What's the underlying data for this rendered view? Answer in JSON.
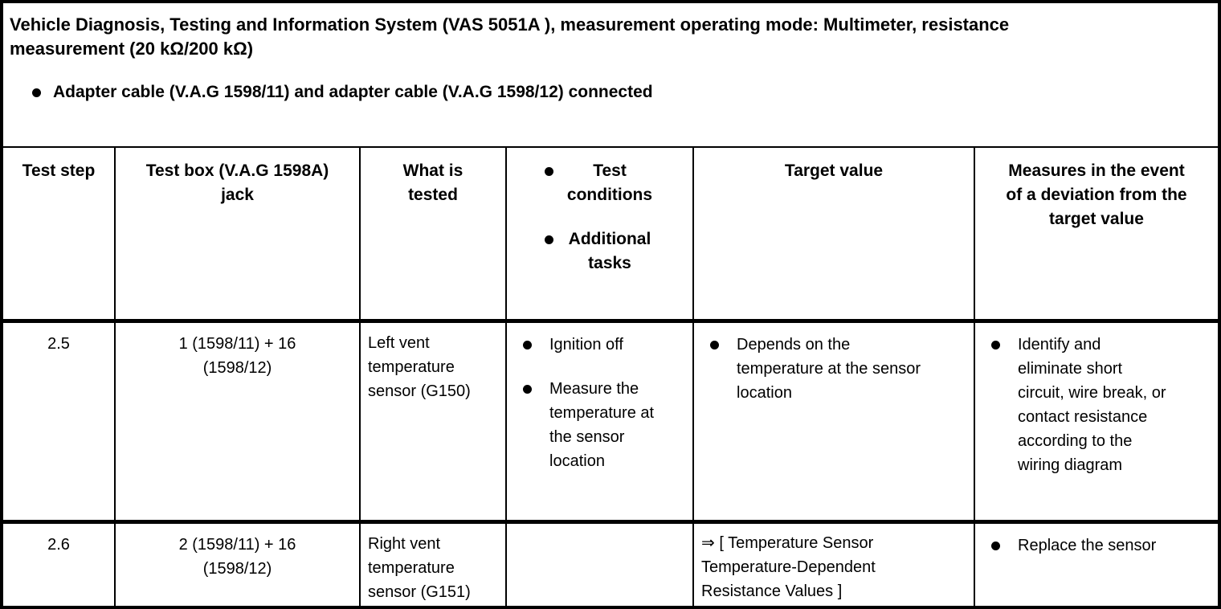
{
  "page": {
    "title": "Vehicle Diagnosis, Testing and Information System (VAS 5051A ), measurement operating mode: Multimeter, resistance measurement (20 kΩ/200 kΩ)",
    "intro_bullet": "Adapter cable (V.A.G 1598/11) and adapter cable (V.A.G 1598/12) connected"
  },
  "table": {
    "header": {
      "step": "Test step",
      "jack": "Test box (V.A.G 1598A) jack",
      "tested": "What is tested",
      "condition_bullets": [
        "Test conditions",
        "Additional tasks"
      ],
      "target": "Target value",
      "measures": "Measures in the event of a deviation from the target value"
    },
    "rows": [
      {
        "step": "2.5",
        "jack": "1 (1598/11) + 16 (1598/12)",
        "tested": "Left vent temperature sensor (G150)",
        "conditions": [
          "Ignition off",
          "Measure the temperature at the sensor location"
        ],
        "target_bullets": [
          "Depends on the temperature at the sensor location"
        ],
        "measure_bullets": [
          "Identify and eliminate short circuit, wire break, or contact resistance according to the wiring diagram"
        ]
      },
      {
        "step": "2.6",
        "jack": "2 (1598/11) + 16 (1598/12)",
        "tested": "Right vent temperature sensor (G151)",
        "conditions": [],
        "target_reference": "⇒ [ Temperature Sensor Temperature-Dependent Resistance Values ]",
        "measure_bullets": [
          "Replace the sensor"
        ]
      }
    ]
  },
  "colors": {
    "text": "#000000",
    "background": "#ffffff",
    "grid": "#000000"
  }
}
